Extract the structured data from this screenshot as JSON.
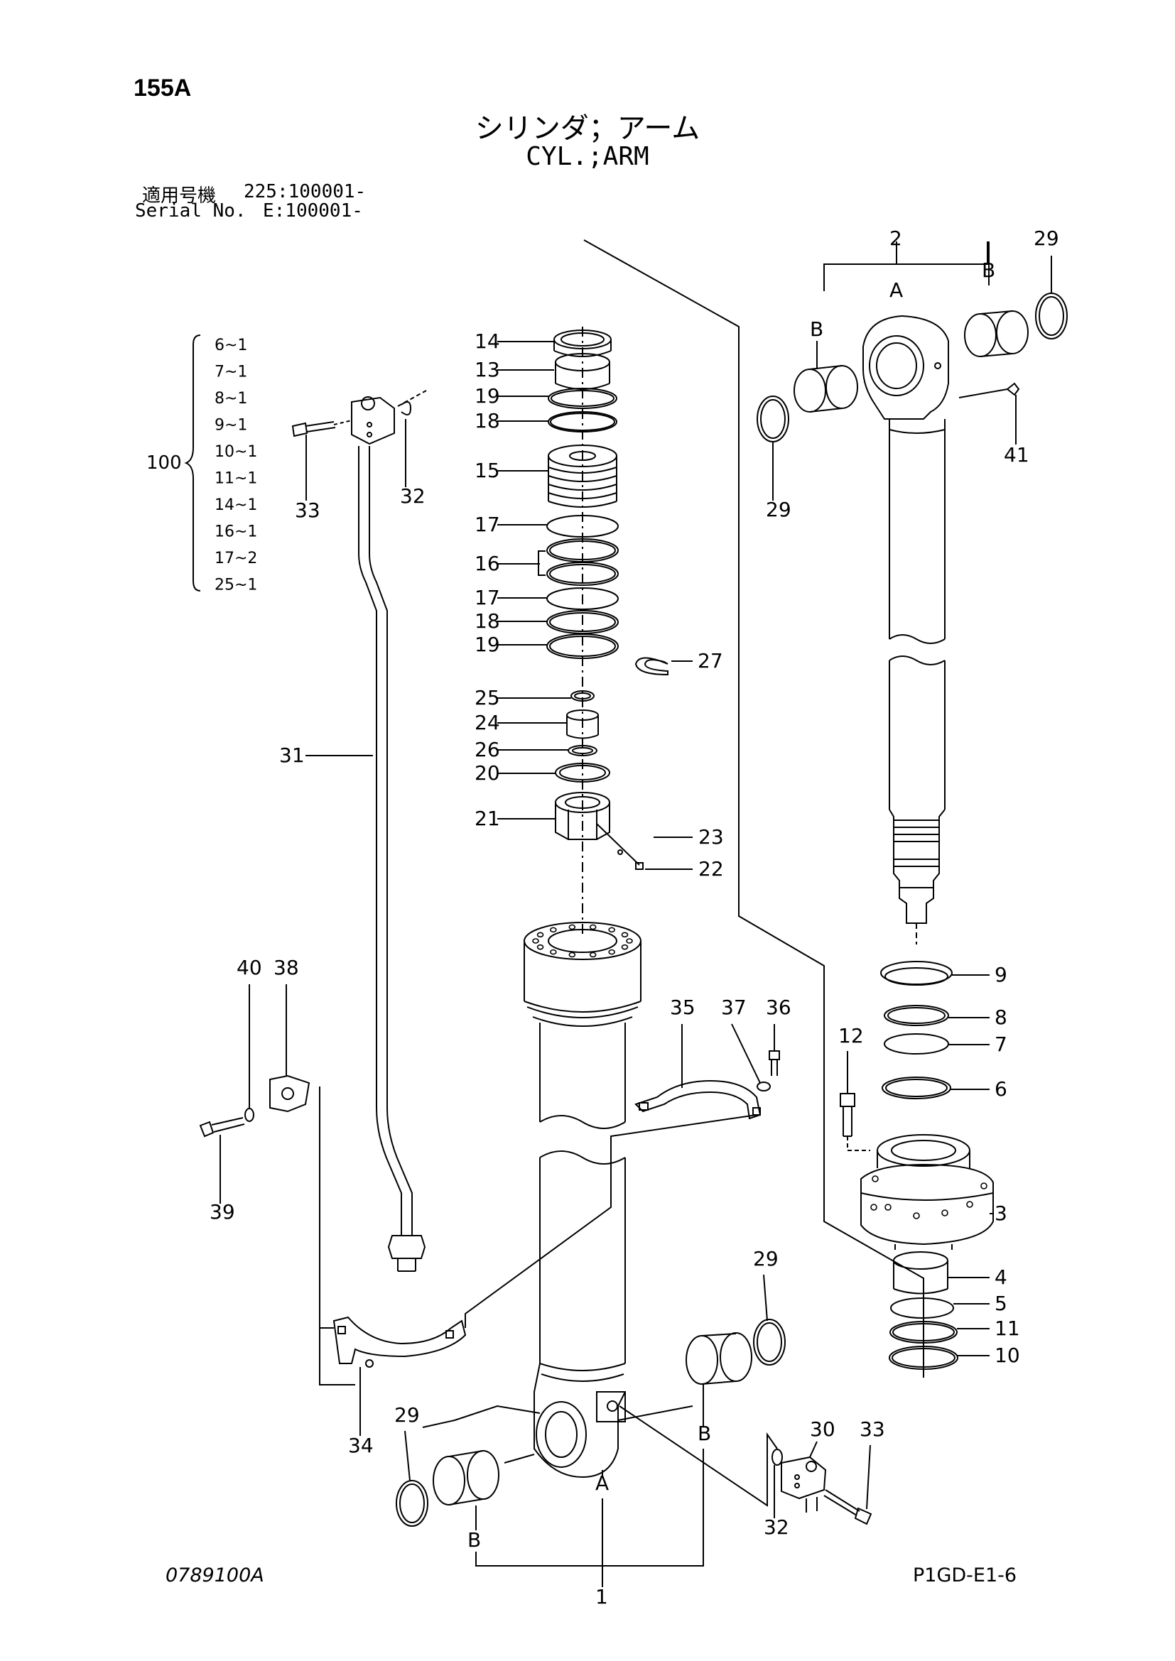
{
  "header": {
    "page_number": "155A",
    "title_jp": "シリンダ；アーム",
    "title_en": "CYL.;ARM"
  },
  "serial": {
    "label_jp": "適用号機",
    "label_en": "Serial No.",
    "value1": "225:100001-",
    "value2": "E:100001-"
  },
  "footer": {
    "drawing_no": "0789100A",
    "page_ref": "P1GD-E1-6"
  },
  "kit": {
    "number": "100",
    "items": [
      "6~1",
      "7~1",
      "8~1",
      "9~1",
      "10~1",
      "11~1",
      "14~1",
      "16~1",
      "17~2",
      "25~1"
    ]
  },
  "callouts": {
    "c1": "1",
    "c2": "2",
    "c3": "3",
    "c4": "4",
    "c5": "5",
    "c6": "6",
    "c7": "7",
    "c8": "8",
    "c9": "9",
    "c10": "10",
    "c11": "11",
    "c12": "12",
    "c13": "13",
    "c14": "14",
    "c15": "15",
    "c16": "16",
    "c17a": "17",
    "c17b": "17",
    "c18a": "18",
    "c18b": "18",
    "c19a": "19",
    "c19b": "19",
    "c20": "20",
    "c21": "21",
    "c22": "22",
    "c23": "23",
    "c24": "24",
    "c25": "25",
    "c26": "26",
    "c27": "27",
    "c29a": "29",
    "c29b": "29",
    "c29c": "29",
    "c29d": "29",
    "c30": "30",
    "c31": "31",
    "c32a": "32",
    "c32b": "32",
    "c33a": "33",
    "c33b": "33",
    "c34": "34",
    "c35": "35",
    "c36": "36",
    "c37": "37",
    "c38": "38",
    "c39": "39",
    "c40": "40",
    "c41": "41",
    "lA_top": "A",
    "lB_top1": "B",
    "lB_top2": "B",
    "lA_bot": "A",
    "lB_bot1": "B",
    "lB_bot2": "B"
  }
}
